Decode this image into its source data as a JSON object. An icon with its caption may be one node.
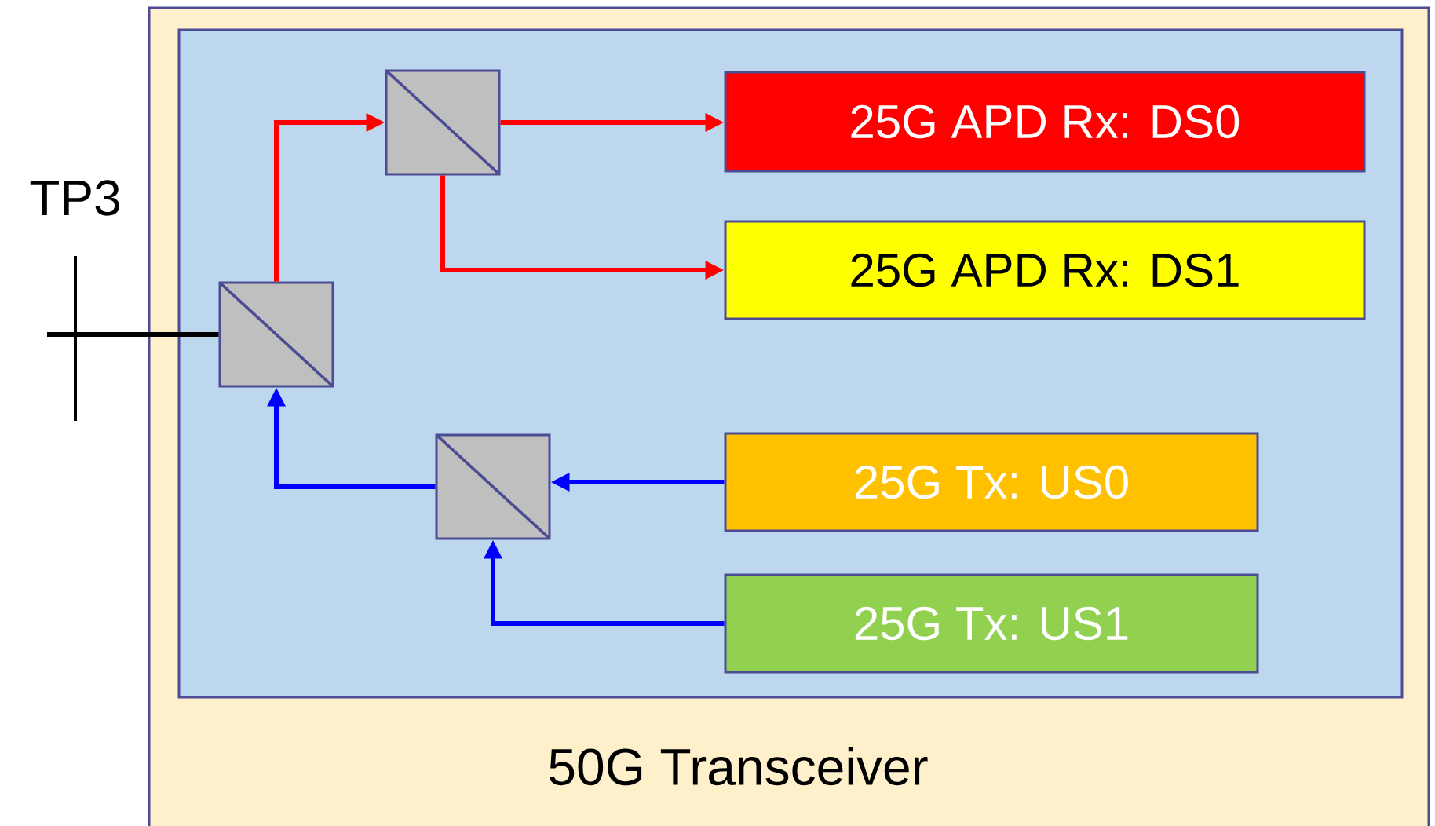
{
  "diagram": {
    "nodes": [
      {
        "text": [
          "50G Transceiver"
        ]
      },
      {
        "text": [],
        "shape": "box",
        "in": 0
      },
      {
        "text": [],
        "shape": "box",
        "in": 1
      },
      {
        "text": [],
        "shape": "box",
        "in": 1
      },
      {
        "text": [],
        "shape": "box",
        "in": 1
      },
      {
        "text": [
          "25G APD Rx: DS0"
        ],
        "in": 1
      },
      {
        "text": [
          "25G APD Rx: DS1"
        ],
        "in": 1
      },
      {
        "text": [
          "25G  Tx: US0"
        ],
        "in": 1
      },
      {
        "text": [
          "25G  Tx: US1"
        ],
        "in": 1
      }
    ],
    "edges": [
      {
        "from": null,
        "to": 2,
        "arrow": "none",
        "color": "#000000"
      },
      {
        "from": 2,
        "to": 3,
        "arrow": "to",
        "color": "#ff0000"
      },
      {
        "from": 3,
        "to": 5,
        "arrow": "to",
        "color": "#ff0000"
      },
      {
        "from": 3,
        "to": 6,
        "arrow": "to",
        "color": "#ff0000"
      },
      {
        "from": 7,
        "to": 4,
        "arrow": "to",
        "color": "#0000ff"
      },
      {
        "from": 8,
        "to": 4,
        "arrow": "to",
        "color": "#0000ff"
      },
      {
        "from": 4,
        "to": 2,
        "arrow": "to",
        "color": "#0000ff"
      }
    ],
    "labels": [
      "TP3"
    ]
  }
}
